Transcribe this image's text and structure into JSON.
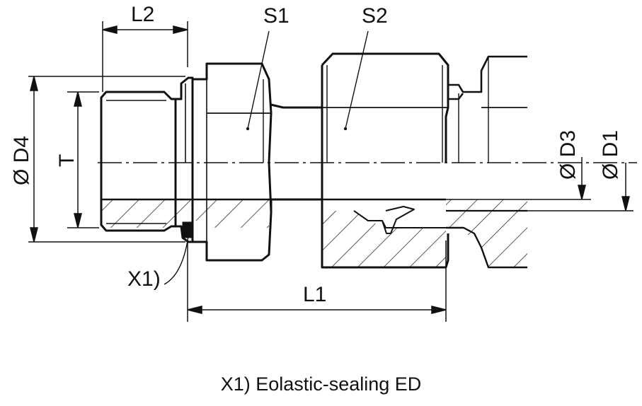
{
  "diagram": {
    "labels": {
      "l2": "L2",
      "s1": "S1",
      "s2": "S2",
      "d4": "Ø D4",
      "t": "T",
      "d3": "Ø D3",
      "d1": "Ø D1",
      "x1": "X1)",
      "l1": "L1"
    },
    "caption": "X1) Eolastic-sealing ED",
    "colors": {
      "line": "#111111",
      "background": "#ffffff"
    }
  }
}
